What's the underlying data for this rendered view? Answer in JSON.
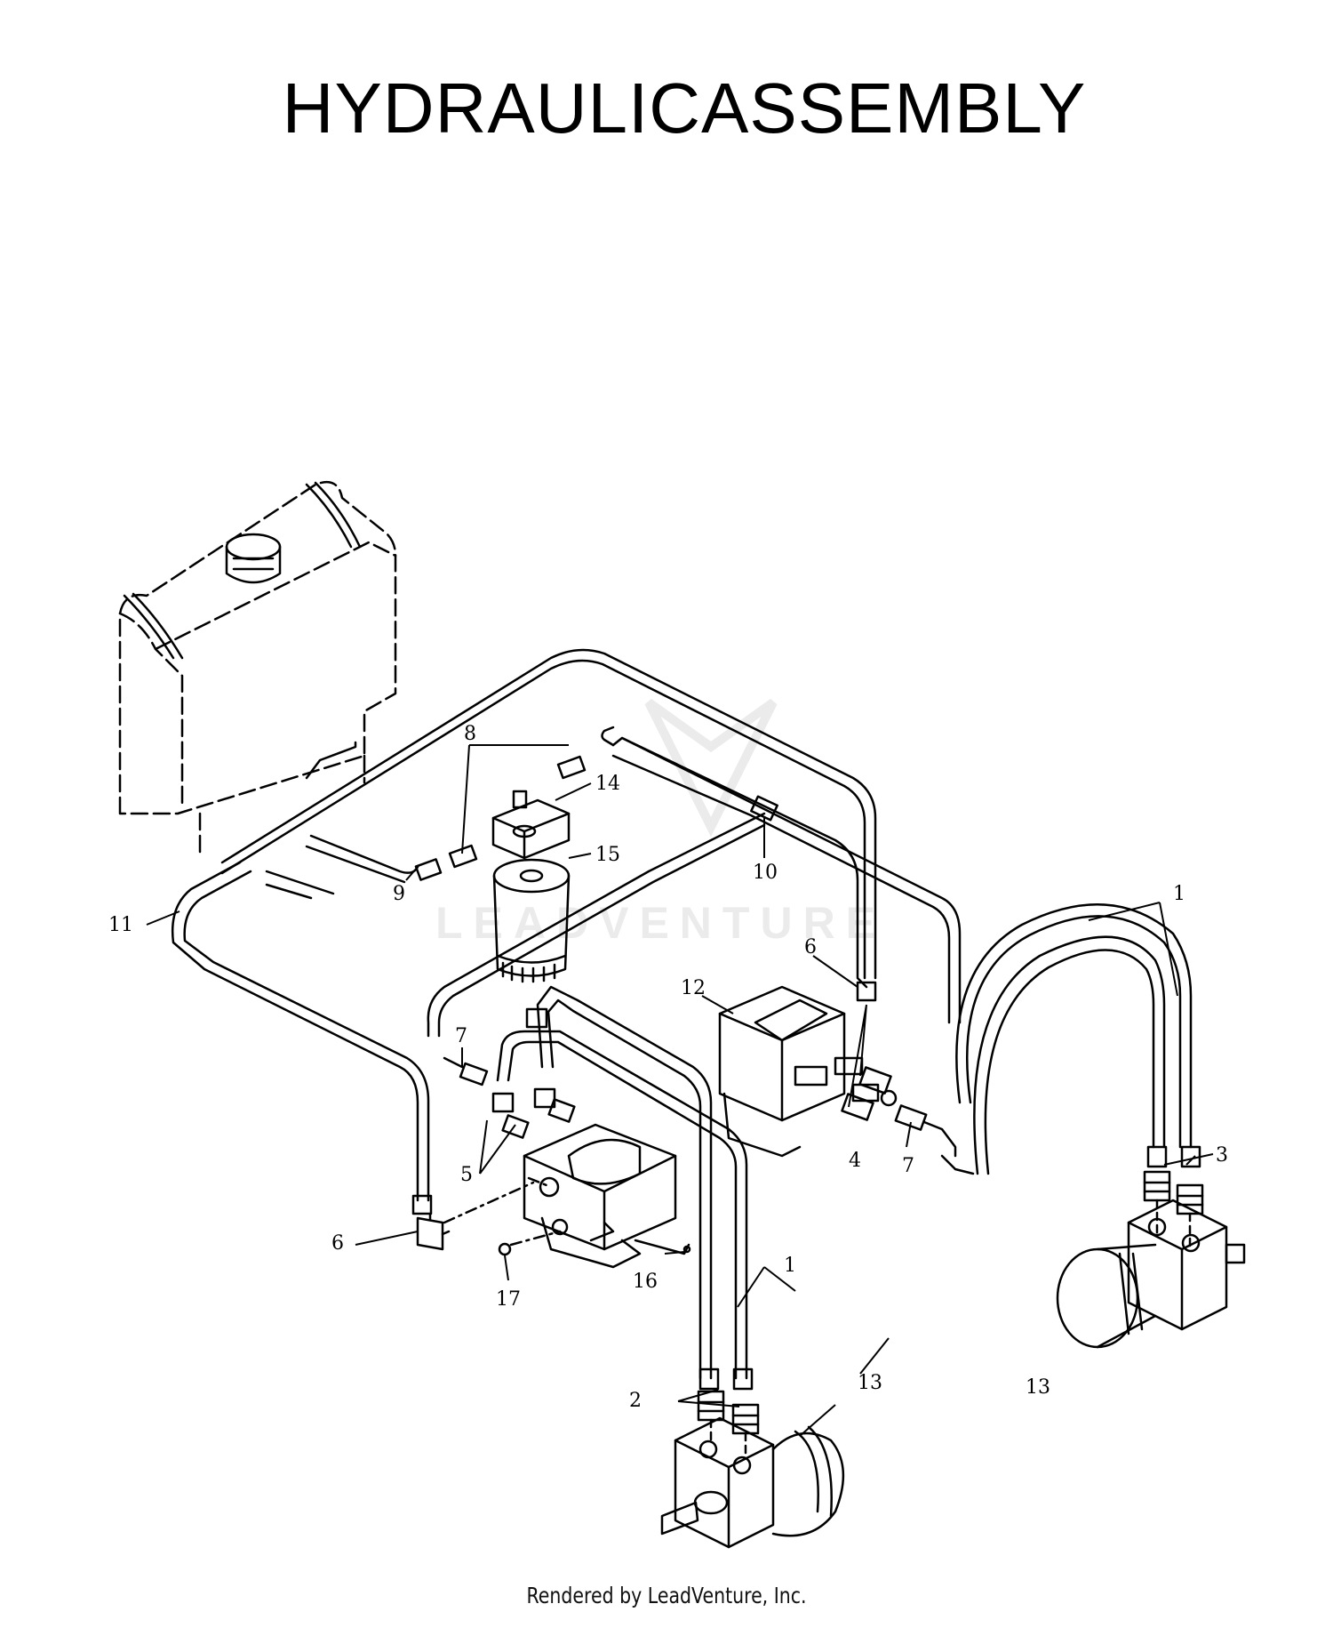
{
  "title": "HYDRAULICASSEMBLY",
  "footer": "Rendered by LeadVenture, Inc.",
  "watermark": "LEADVENTURE",
  "callouts": {
    "c1a": "1",
    "c1b": "1",
    "c2": "2",
    "c3": "3",
    "c4": "4",
    "c5": "5",
    "c6a": "6",
    "c6b": "6",
    "c7a": "7",
    "c7b": "7",
    "c8": "8",
    "c9": "9",
    "c10": "10",
    "c11": "11",
    "c12": "12",
    "c13a": "13",
    "c13b": "13",
    "c14": "14",
    "c15": "15",
    "c16": "16",
    "c17": "17"
  },
  "colors": {
    "line": "#000000",
    "background": "#ffffff",
    "watermark": "#ebebeb"
  }
}
